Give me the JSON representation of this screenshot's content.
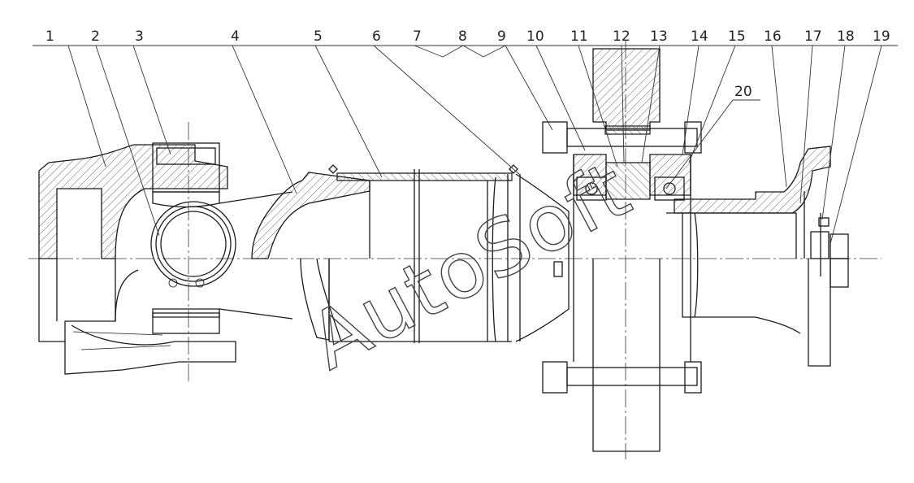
{
  "callouts": [
    "1",
    "2",
    "3",
    "4",
    "5",
    "6",
    "7",
    "8",
    "9",
    "10",
    "11",
    "12",
    "13",
    "14",
    "15",
    "16",
    "17",
    "18",
    "19",
    "20"
  ],
  "watermark": "AutoSoft",
  "colors": {
    "line": "#1a1a1a",
    "background": "#ffffff"
  }
}
